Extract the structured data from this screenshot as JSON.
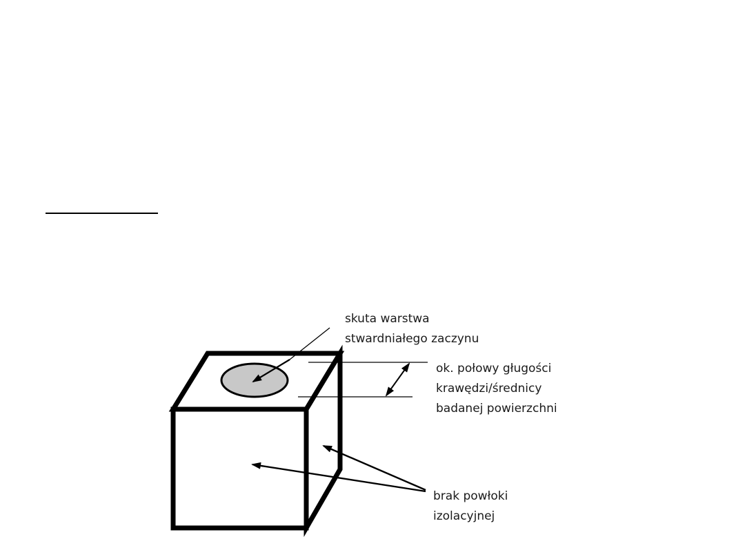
{
  "labels": {
    "hardened_layer": [
      "skuta warstwa",
      "stwardniałego zaczynu"
    ],
    "distance": [
      "ok. połowy gługości",
      "krawędzi/średnicy",
      "badanej powierzchni"
    ],
    "no_coating": [
      "brak powłoki",
      "izolacyjnej"
    ]
  },
  "colors": {
    "outline": "#000000",
    "sample_fill": "#c8c8c8",
    "text": "#1a1a1a",
    "background": "#ffffff"
  }
}
